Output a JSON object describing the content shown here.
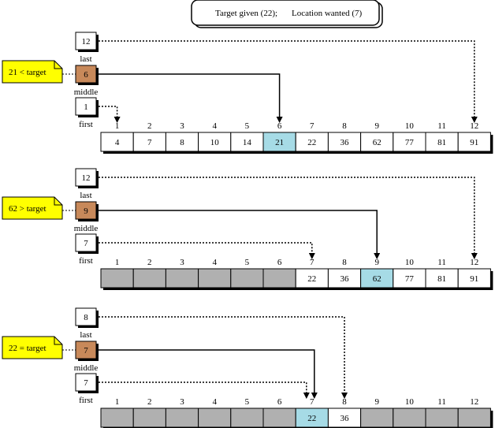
{
  "header": {
    "target_text": "Target given (22);",
    "location_text": "Location wanted (7)"
  },
  "indices": [
    "1",
    "2",
    "3",
    "4",
    "5",
    "6",
    "7",
    "8",
    "9",
    "10",
    "11",
    "12"
  ],
  "values": [
    "4",
    "7",
    "8",
    "10",
    "14",
    "21",
    "22",
    "36",
    "62",
    "77",
    "81",
    "91"
  ],
  "labels": {
    "last": "last",
    "middle": "middle",
    "first": "first"
  },
  "colors": {
    "highlight": "#a6dbe6",
    "excluded": "#b0b0b0",
    "middle_box": "#c8895a",
    "note_fill": "#ffff00"
  },
  "steps": [
    {
      "note": "21 < target",
      "first": "1",
      "middle": "6",
      "last": "12",
      "active_from": 1,
      "active_to": 12,
      "highlight_index": 6,
      "first_target": 1,
      "last_target": 12,
      "middle_target": 6
    },
    {
      "note": "62 > target",
      "first": "7",
      "middle": "9",
      "last": "12",
      "active_from": 7,
      "active_to": 12,
      "highlight_index": 9,
      "first_target": 7,
      "last_target": 12,
      "middle_target": 9
    },
    {
      "note": "22 = target",
      "first": "7",
      "middle": "7",
      "last": "8",
      "active_from": 7,
      "active_to": 8,
      "highlight_index": 7,
      "first_target": 7,
      "last_target": 8,
      "middle_target": 7
    }
  ]
}
